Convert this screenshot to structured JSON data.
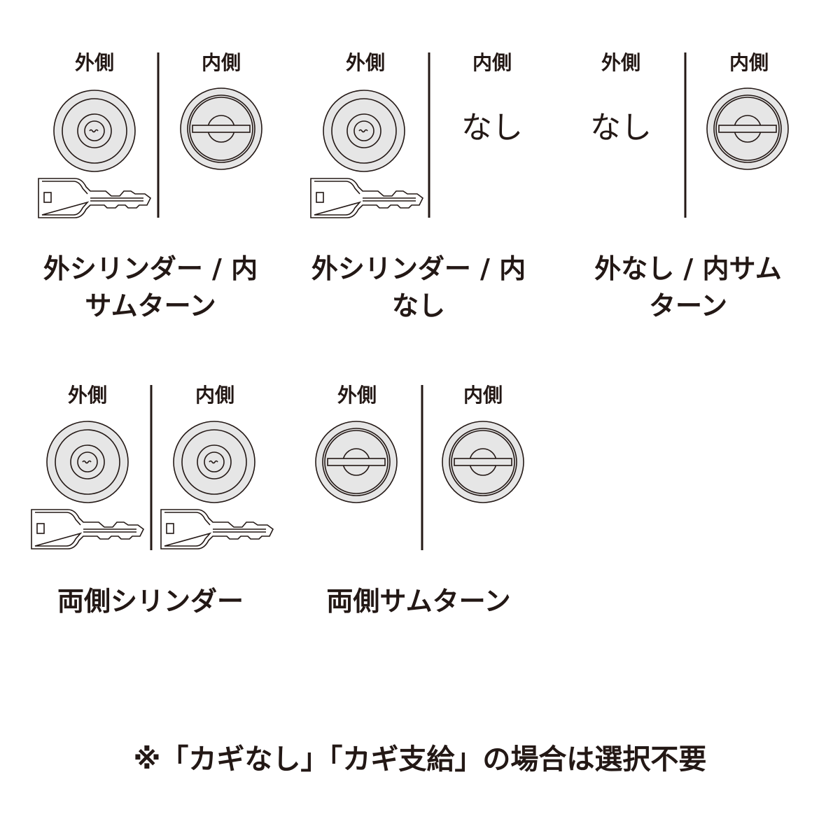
{
  "labels": {
    "outside": "外側",
    "inside": "内側",
    "none": "なし"
  },
  "panels": [
    {
      "caption": [
        "外シリンダー / 内",
        "サムターン"
      ]
    },
    {
      "caption": [
        "外シリンダー / 内",
        "なし"
      ]
    },
    {
      "caption": [
        "外なし / 内サム",
        "ターン"
      ]
    },
    {
      "caption": [
        "両側シリンダー"
      ]
    },
    {
      "caption": [
        "両側サムターン"
      ]
    }
  ],
  "footer": "※「カギなし」「カギ支給」の場合は選択不要"
}
